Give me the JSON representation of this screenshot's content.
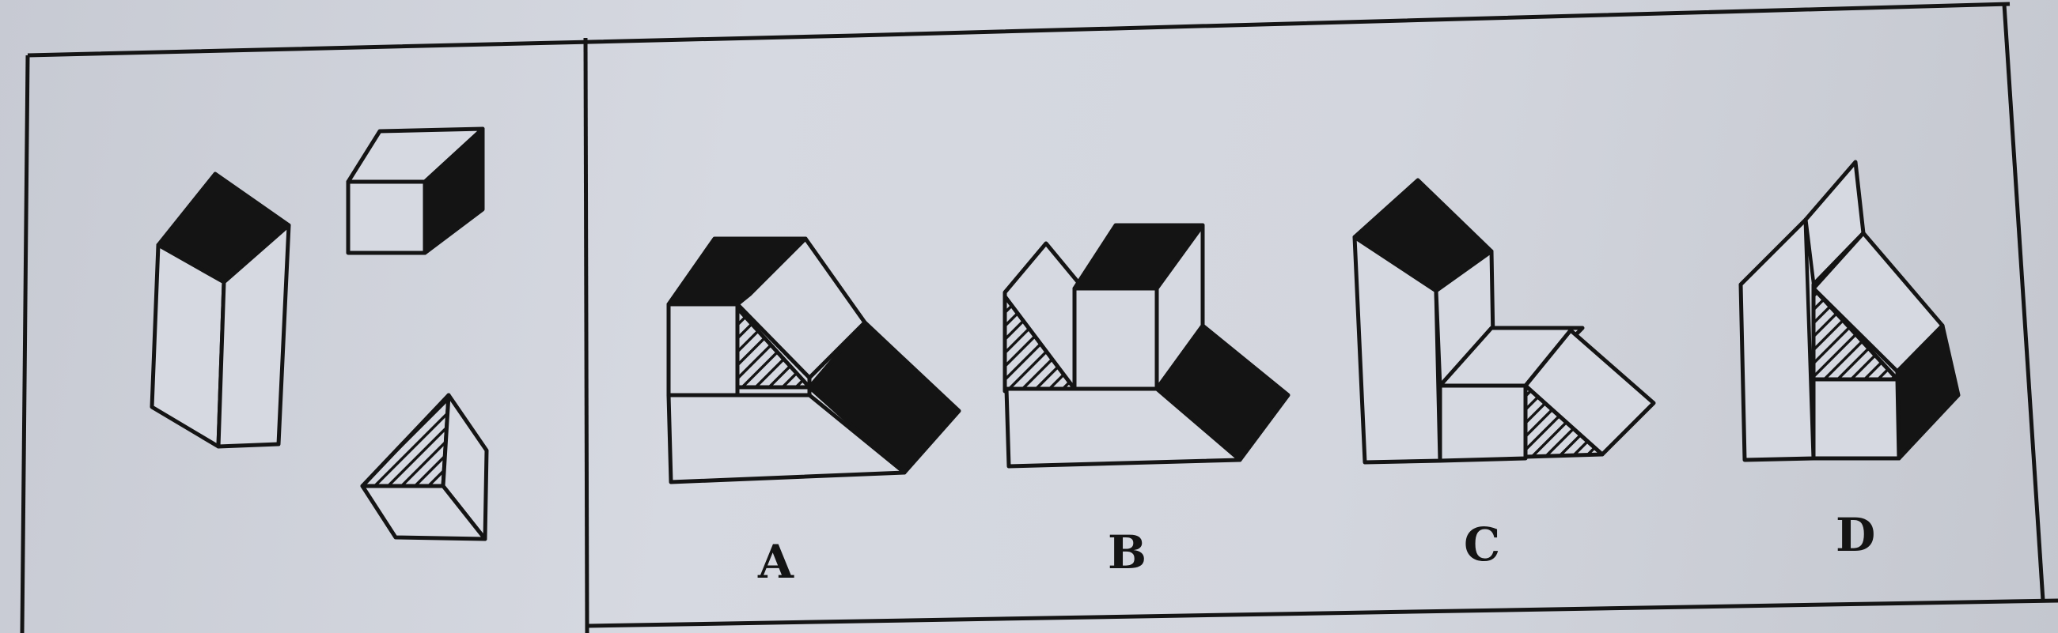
{
  "options": {
    "a": "A",
    "b": "B",
    "c": "C",
    "d": "D"
  },
  "colors": {
    "ink": "#141414",
    "paper": "#d6d9e1",
    "dark_face": "#141414"
  }
}
